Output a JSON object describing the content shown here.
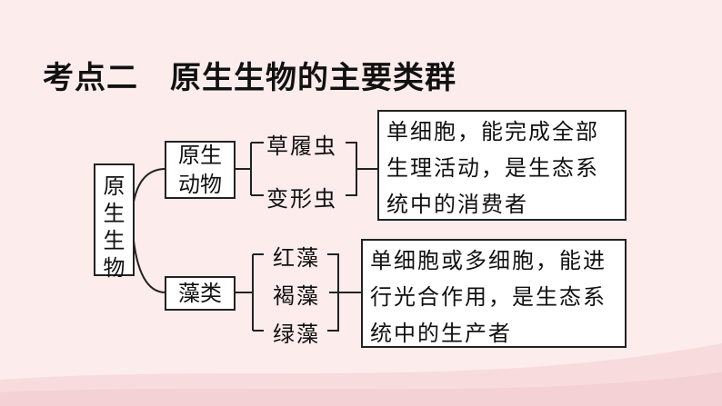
{
  "title": "考点二　原生生物的主要类群",
  "root": "原生生物",
  "protozoa": {
    "group": "原生\n动物",
    "members": [
      "草履虫",
      "变形虫"
    ],
    "description": "单细胞，能完成全部生理活动，是生态系统中的消费者"
  },
  "algae": {
    "group": "藻类",
    "members": [
      "红藻",
      "褐藻",
      "绿藻"
    ],
    "description": "单细胞或多细胞，能进行光合作用，是生态系统中的生产者"
  },
  "colors": {
    "background": "#fcecec",
    "wave": "#f7dbdd",
    "line": "#222222"
  }
}
